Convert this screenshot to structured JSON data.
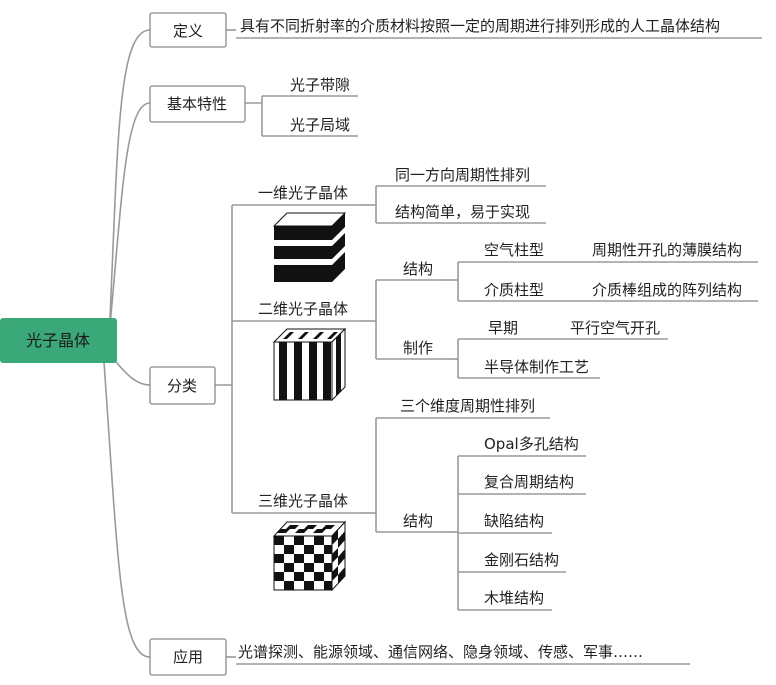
{
  "root": {
    "label": "光子晶体",
    "color": "#3aa878"
  },
  "branches": {
    "definition": {
      "label": "定义",
      "text": "具有不同折射率的介质材料按照一定的周期进行排列形成的人工晶体结构"
    },
    "properties": {
      "label": "基本特性",
      "items": [
        "光子带隙",
        "光子局域"
      ]
    },
    "classification": {
      "label": "分类",
      "one_d": {
        "label": "一维光子晶体",
        "items": [
          "同一方向周期性排列",
          "结构简单，易于实现"
        ]
      },
      "two_d": {
        "label": "二维光子晶体",
        "structure": {
          "label": "结构",
          "items": [
            {
              "label": "空气柱型",
              "desc": "周期性开孔的薄膜结构"
            },
            {
              "label": "介质柱型",
              "desc": "介质棒组成的阵列结构"
            }
          ]
        },
        "fabrication": {
          "label": "制作",
          "items": [
            {
              "label": "早期",
              "desc": "平行空气开孔"
            },
            {
              "label": "半导体制作工艺",
              "desc": ""
            }
          ]
        }
      },
      "three_d": {
        "label": "三维光子晶体",
        "item": "三个维度周期性排列",
        "structure": {
          "label": "结构",
          "items": [
            "Opal多孔结构",
            "复合周期结构",
            "缺陷结构",
            "金刚石结构",
            "木堆结构"
          ]
        }
      }
    },
    "applications": {
      "label": "应用",
      "text": "光谱探测、能源领域、通信网络、隐身领域、传感、军事……"
    }
  }
}
